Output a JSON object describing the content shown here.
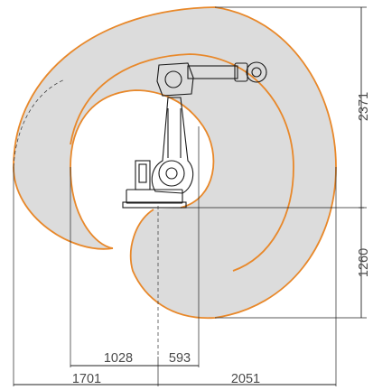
{
  "colors": {
    "envelope_stroke": "#E8882A",
    "envelope_fill": "#DCDCDC",
    "line": "#222222",
    "text": "#4A4A4A"
  },
  "dimensions": {
    "reach_height": "2371",
    "lower_height": "1260",
    "inner_left": "1028",
    "inner_right": "593",
    "outer_left": "1701",
    "outer_right": "2051"
  }
}
